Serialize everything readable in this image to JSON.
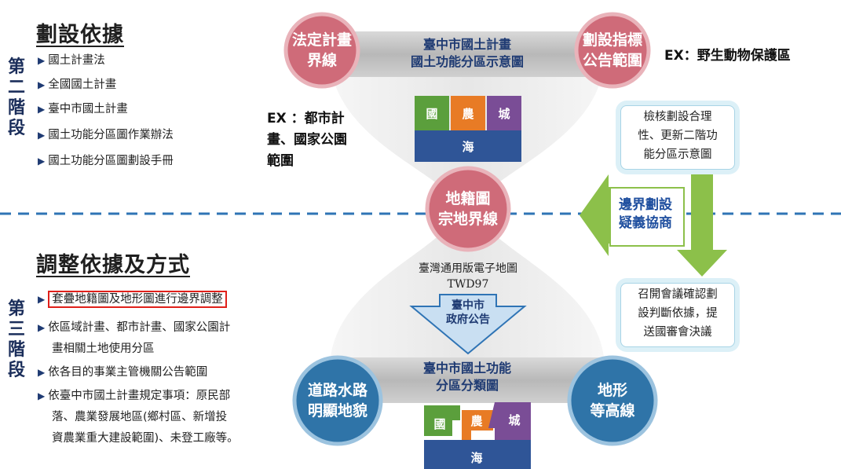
{
  "stage2": {
    "heading": "劃設依據",
    "stage_chars": [
      "第",
      "二",
      "階",
      "段"
    ],
    "items": [
      "國土計畫法",
      "全國國土計畫",
      "臺中市國土計畫",
      "國土功能分區圖作業辦法",
      "國土功能分區圖劃設手冊"
    ]
  },
  "stage3": {
    "heading": "調整依據及方式",
    "stage_chars": [
      "第",
      "三",
      "階",
      "段"
    ],
    "items": [
      {
        "lines": [
          "套疊地籍圖及地形圖進行邊界調整"
        ],
        "highlight": true
      },
      {
        "lines": [
          "依區域計畫、都市計畫、國家公園計",
          "畫相關土地使用分區"
        ]
      },
      {
        "lines": [
          "依各目的事業主管機關公告範圍"
        ]
      },
      {
        "lines": [
          "依臺中市國土計畫規定事項：原民部",
          "落、農業發展地區(鄉村區、新增投",
          "資農業重大建設範圍)、未登工廠等。"
        ]
      }
    ]
  },
  "ex_left": [
    "EX ：都市計",
    "畫、國家公園",
    "範圍"
  ],
  "ex_right": "EX：野生動物保護區",
  "circles": {
    "legal_line": [
      "法定計畫",
      "界線"
    ],
    "designated_scope": [
      "劃設指標",
      "公告範圍"
    ],
    "cadastral": [
      "地籍圖",
      "宗地界線"
    ],
    "road_water": [
      "道路水路",
      "明顯地貌"
    ],
    "terrain": [
      "地形",
      "等高線"
    ]
  },
  "top_bar_title": [
    "臺中市國土計畫",
    "國土功能分區示意圖"
  ],
  "bottom_bar_title": [
    "臺中市國土功能",
    "分區分類圖"
  ],
  "zones": {
    "country": "國",
    "agri": "農",
    "city": "城",
    "sea": "海"
  },
  "center": {
    "map_name": "臺灣通用版電子地圖",
    "datum": "TWD97",
    "announce": [
      "臺中市",
      "政府公告"
    ]
  },
  "boxes": {
    "review": [
      "檢核劃設合理",
      "性、更新二階功",
      "能分區示意圖"
    ],
    "meeting": [
      "召開會議確認劃",
      "設判斷依據，提",
      "送國審會決議"
    ]
  },
  "green_arrow_label": [
    "邊界劃設",
    "疑義協商"
  ],
  "colors": {
    "circle_pink": "#cf6b79",
    "circle_blue": "#2f74a8",
    "zone_blue": "#2f5597",
    "zone_green": "#5b9f3c",
    "zone_orange": "#e87b25",
    "zone_purple": "#7a4d96",
    "green_arrow": "#8cc04a",
    "highlight": "#e0201a",
    "divider": "#2f74b5"
  }
}
